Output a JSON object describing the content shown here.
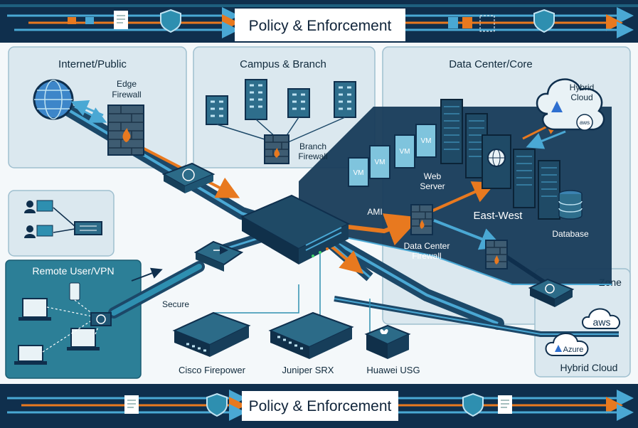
{
  "banner_top": {
    "title": "Policy & Enforcement"
  },
  "banner_bottom": {
    "title": "Policy & Enforcement"
  },
  "zones": {
    "internet": "Internet/Public",
    "campus": "Campus & Branch",
    "datacenter": "Data Center/Core",
    "remote": "Remote User/VPN",
    "zone": "Zone",
    "hybrid": "Hybrid Cloud"
  },
  "labels": {
    "edge_fw_1": "Edge",
    "edge_fw_2": "Firewall",
    "branch_fw_1": "Branch",
    "branch_fw_2": "Firewall",
    "hybrid_cloud_1": "Hybrid",
    "hybrid_cloud_2": "Cloud",
    "web_server_1": "Web",
    "web_server_2": "Server",
    "ami": "AMI",
    "east_west": "East-West",
    "dc_fw_1": "Data Center",
    "dc_fw_2": "Firewall",
    "database": "Database",
    "secure": "Secure",
    "vm": "VM",
    "aws": "aws",
    "azure": "Azure"
  },
  "vendors": [
    "Cisco Firepower",
    "Juniper SRX",
    "Huawei USG"
  ],
  "colors": {
    "navy": "#0f2f4d",
    "teal": "#2e8fb0",
    "orange": "#e8791f",
    "zone_fill": "#dbe8ef",
    "remote_fill": "#2c7f97",
    "dc_platform": "#173b58"
  }
}
